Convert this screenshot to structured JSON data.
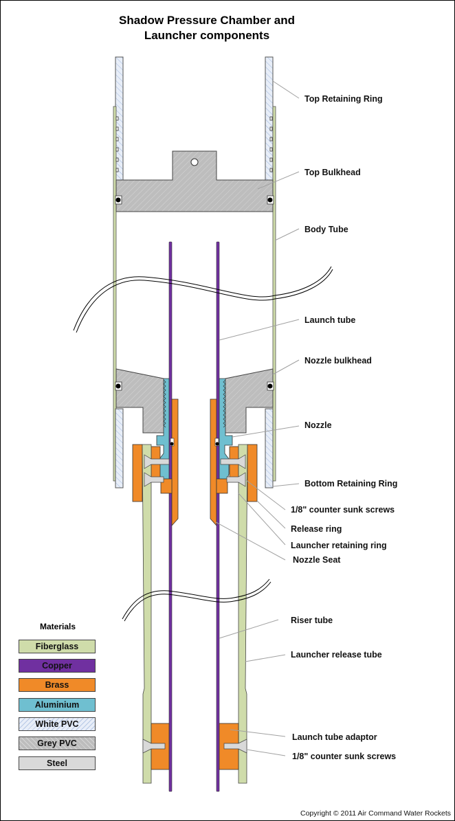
{
  "title": {
    "line1": "Shadow Pressure Chamber and",
    "line2": "Launcher components"
  },
  "labels": {
    "top_retaining_ring": "Top Retaining Ring",
    "top_bulkhead": "Top Bulkhead",
    "body_tube": "Body Tube",
    "launch_tube": "Launch tube",
    "nozzle_bulkhead": "Nozzle bulkhead",
    "nozzle": "Nozzle",
    "bottom_retaining_ring": "Bottom Retaining Ring",
    "counter_sunk_screws_1": "1/8\" counter sunk screws",
    "release_ring": "Release ring",
    "launcher_retaining_ring": "Launcher retaining ring",
    "nozzle_seat": "Nozzle Seat",
    "riser_tube": "Riser tube",
    "launcher_release_tube": "Launcher release tube",
    "launch_tube_adaptor": "Launch tube adaptor",
    "counter_sunk_screws_2": "1/8\" counter sunk screws"
  },
  "legend": {
    "title": "Materials",
    "items": [
      {
        "label": "Fiberglass",
        "color": "#cfdcaa"
      },
      {
        "label": "Copper",
        "color": "#7030a0"
      },
      {
        "label": "Brass",
        "color": "#f08a28"
      },
      {
        "label": "Aluminium",
        "color": "#6fbfd0"
      },
      {
        "label": "White PVC",
        "color": "#e8eef8"
      },
      {
        "label": "Grey PVC",
        "color": "#bdbdbd"
      },
      {
        "label": "Steel",
        "color": "#d9d9d9"
      }
    ]
  },
  "colors": {
    "fiberglass": "#cfdcaa",
    "copper": "#7030a0",
    "brass": "#f08a28",
    "aluminium": "#6fbfd0",
    "white_pvc": "#e8eef8",
    "grey_pvc": "#bdbdbd",
    "steel": "#d9d9d9",
    "leader": "#a0a0a0"
  },
  "copyright": "Copyright © 2011 Air Command Water Rockets"
}
